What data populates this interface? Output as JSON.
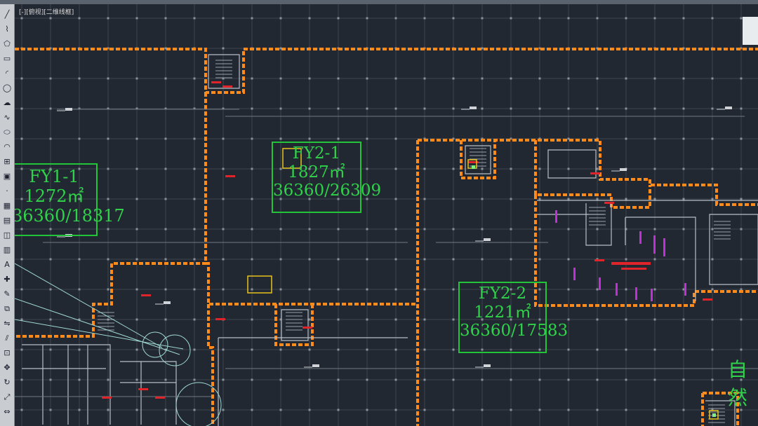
{
  "viewport_label": "[-][俯视][二维线框]",
  "zones": [
    {
      "name": "FY1-1",
      "area": "1272㎡",
      "ratio": "36360/18317"
    },
    {
      "name": "FY2-1",
      "area": "1827㎡",
      "ratio": "36360/26309"
    },
    {
      "name": "FY2-2",
      "area": "1221㎡",
      "ratio": "36360/17583"
    }
  ],
  "side_text": "自然",
  "toolbar_tools": [
    "line-tool",
    "polyline-tool",
    "polygon-tool",
    "rectangle-tool",
    "arc-tool",
    "circle-tool",
    "revcloud-tool",
    "spline-tool",
    "ellipse-tool",
    "ellipse-arc-tool",
    "insert-block-tool",
    "make-block-tool",
    "point-tool",
    "hatch-tool",
    "gradient-tool",
    "region-tool",
    "table-tool",
    "multiline-text-tool",
    "add-selected-tool",
    "erase-tool",
    "copy-tool",
    "mirror-tool",
    "offset-tool",
    "array-tool",
    "move-tool",
    "rotate-tool",
    "scale-tool",
    "stretch-tool"
  ],
  "toolbar_glyphs": [
    "╱",
    "⌇",
    "⬠",
    "▭",
    "◜",
    "◯",
    "☁",
    "∿",
    "⬭",
    "◠",
    "⊞",
    "▣",
    "·",
    "▦",
    "▤",
    "◫",
    "▥",
    "A",
    "✚",
    "✎",
    "⧉",
    "⇋",
    "⫽",
    "⊡",
    "✥",
    "↻",
    "⤢",
    "⇔"
  ],
  "colors": {
    "background": "#222831",
    "boundary": "#ff8c1a",
    "zone_label": "#2fd24a",
    "grid": "#3c4450",
    "wall": "#b9bec6",
    "red_marks": "#e0242a",
    "magenta_marks": "#c22fd8",
    "yellow_symbols": "#e8c21a",
    "cyan_lines": "#9fd8d4"
  }
}
